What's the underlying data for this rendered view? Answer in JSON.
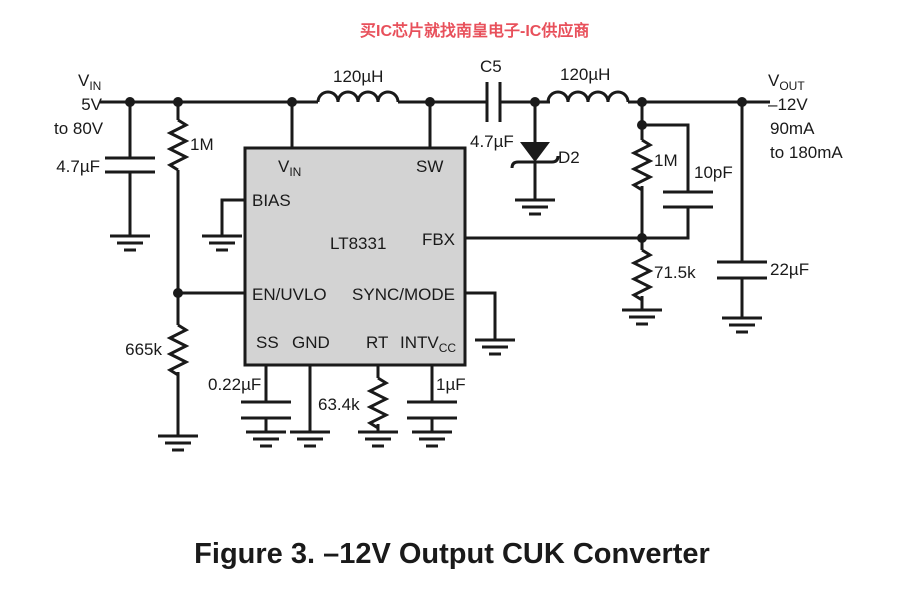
{
  "input": {
    "label_main": "V",
    "label_sub": "IN",
    "voltage": "5V",
    "range": "to 80V"
  },
  "output": {
    "label_main": "V",
    "label_sub": "OUT",
    "voltage": "–12V",
    "current_min": "90mA",
    "current_max": "to 180mA"
  },
  "components": {
    "c_in": "4.7µF",
    "r_en_top": "1M",
    "r_en_bottom": "665k",
    "l1": "120µH",
    "c5_name": "C5",
    "c5_value": "4.7µF",
    "d2": "D2",
    "l2": "120µH",
    "r_fb_top": "1M",
    "c_ff": "10pF",
    "r_fb_bottom": "71.5k",
    "c_out": "22µF",
    "c_ss": "0.22µF",
    "r_rt": "63.4k",
    "c_intvcc": "1µF"
  },
  "chip": {
    "name": "LT8331",
    "pins": {
      "vin_main": "V",
      "vin_sub": "IN",
      "sw": "SW",
      "bias": "BIAS",
      "fbx": "FBX",
      "en_uvlo": "EN/UVLO",
      "sync_mode": "SYNC/MODE",
      "ss": "SS",
      "gnd": "GND",
      "rt": "RT",
      "intvcc_main": "INTV",
      "intvcc_sub": "CC"
    },
    "fill_color": "#d3d3d3"
  },
  "watermark": "买IC芯片就找南皇电子-IC供应商",
  "caption": "Figure 3. –12V Output CUK Converter"
}
